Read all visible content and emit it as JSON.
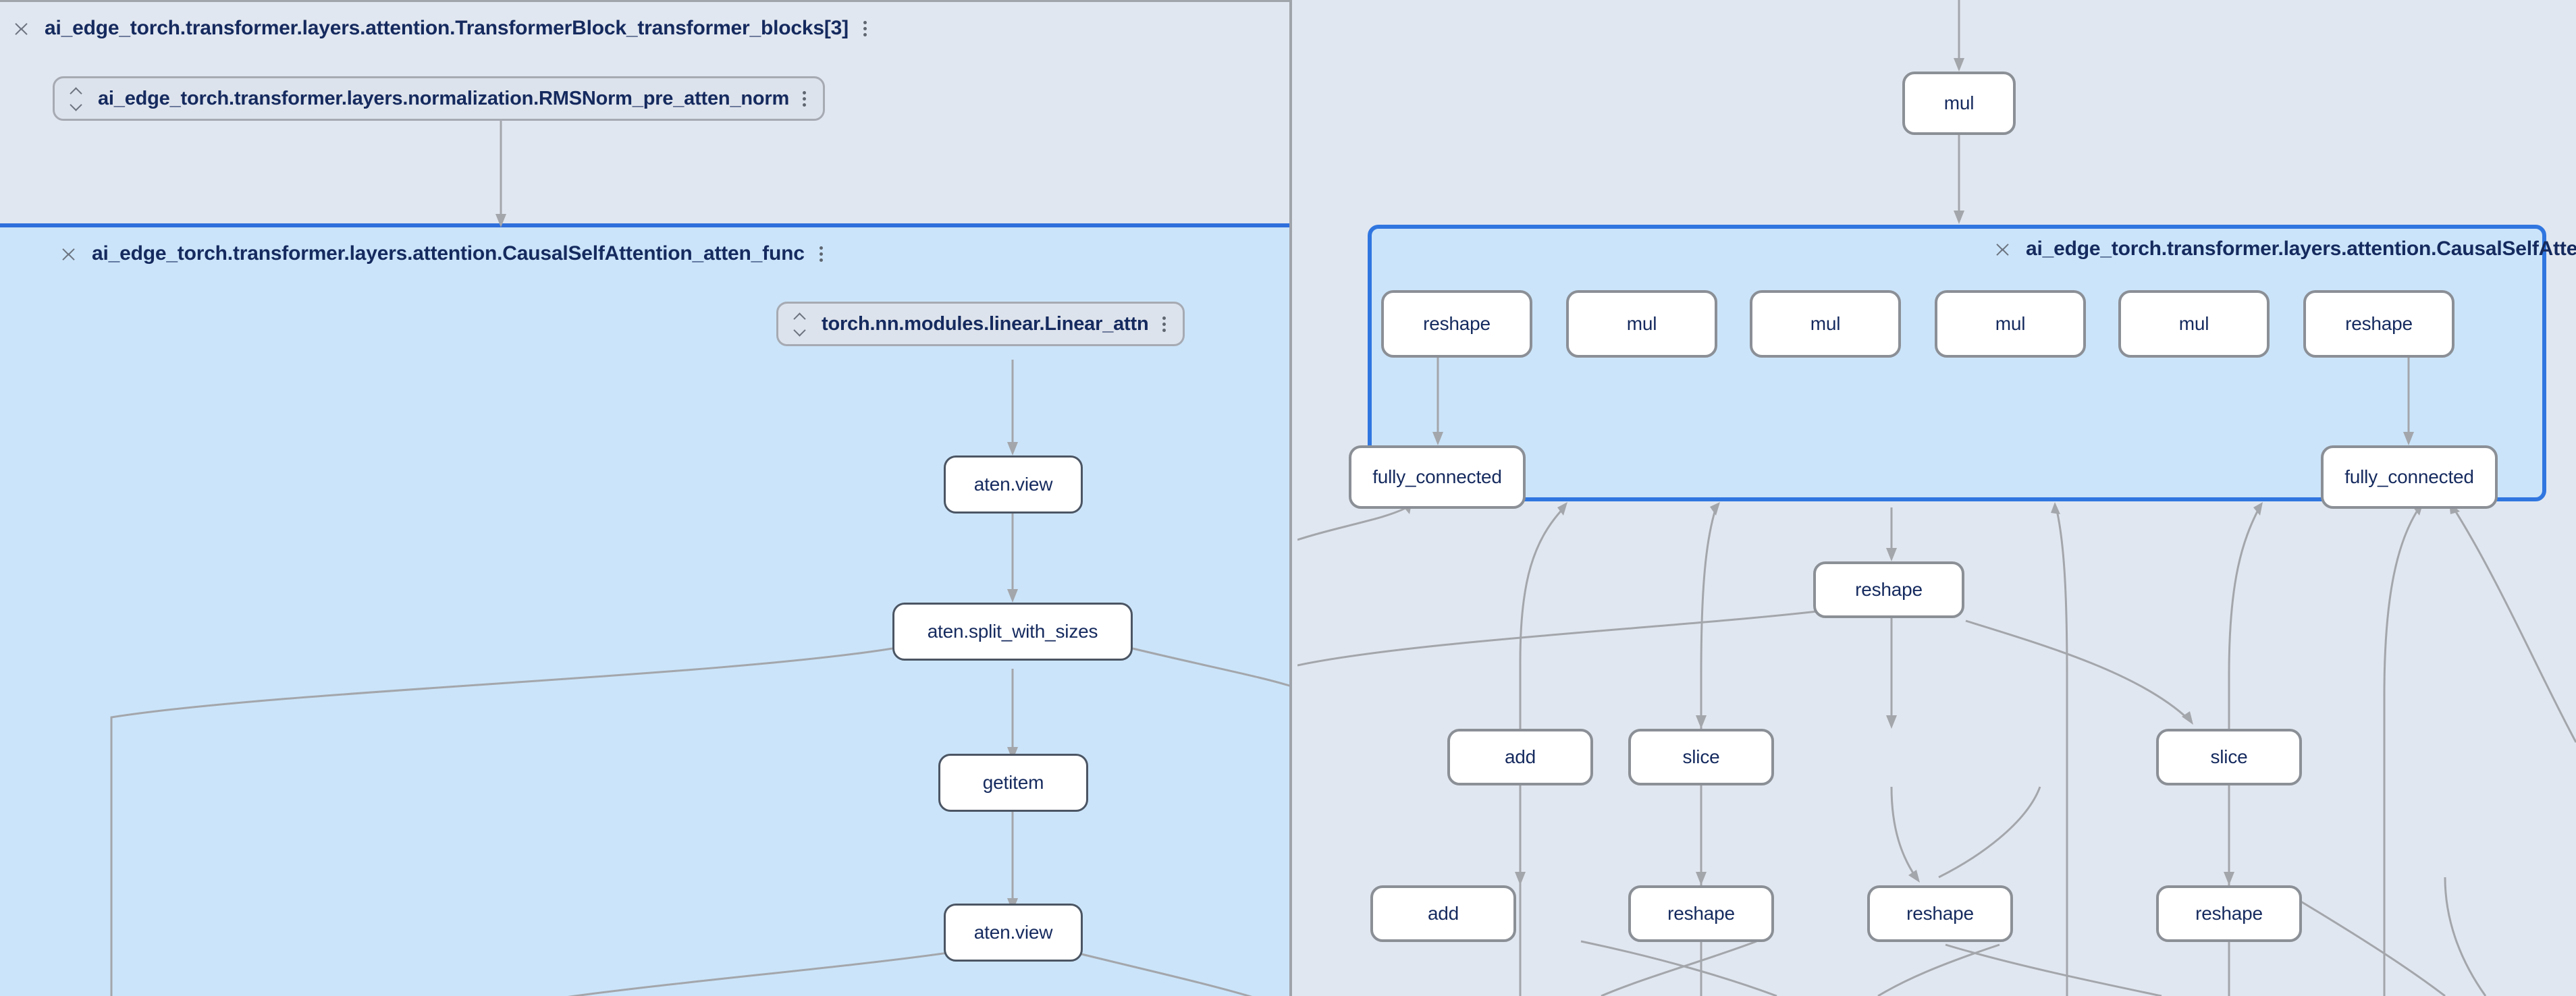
{
  "panes": {
    "left": {
      "name": "left-graph-pane",
      "layers": [
        {
          "id": "transformer-block",
          "title": "ai_edge_torch.transformer.layers.attention.TransformerBlock_transformer_blocks[3]",
          "collapse_icon": "collapse-chevrons-icon",
          "menu_icon": "kebab-menu-icon",
          "state": "expanded"
        },
        {
          "id": "causal-self-attention",
          "title": "ai_edge_torch.transformer.layers.attention.CausalSelfAttention_atten_func",
          "collapse_icon": "collapse-chevrons-icon",
          "menu_icon": "kebab-menu-icon",
          "state": "expanded-selected"
        }
      ],
      "modules": [
        {
          "id": "rmsnorm-pre-atten-norm",
          "label": "ai_edge_torch.transformer.layers.normalization.RMSNorm_pre_atten_norm",
          "expand_icon": "expand-chevrons-icon",
          "menu_icon": "kebab-menu-icon"
        },
        {
          "id": "linear-attn",
          "label": "torch.nn.modules.linear.Linear_attn",
          "expand_icon": "expand-chevrons-icon",
          "menu_icon": "kebab-menu-icon"
        }
      ],
      "nodes": [
        {
          "id": "l-aten-view-1",
          "label": "aten.view"
        },
        {
          "id": "l-split",
          "label": "aten.split_with_sizes"
        },
        {
          "id": "l-getitem",
          "label": "getitem"
        },
        {
          "id": "l-aten-view-2",
          "label": "aten.view"
        }
      ]
    },
    "right": {
      "name": "right-graph-pane",
      "layers": [
        {
          "id": "causal-self-attention-boxed",
          "title": "ai_edge_torch.transformer.layers.attention.CausalSelfAttention_atten_func",
          "collapse_icon": "collapse-chevrons-icon",
          "menu_icon": "kebab-menu-icon",
          "state": "expanded-boxed-selected"
        }
      ],
      "nodes": [
        {
          "id": "r-mul-top",
          "label": "mul"
        },
        {
          "id": "r-reshape-1",
          "label": "reshape"
        },
        {
          "id": "r-mul-1",
          "label": "mul"
        },
        {
          "id": "r-mul-2",
          "label": "mul"
        },
        {
          "id": "r-mul-3",
          "label": "mul"
        },
        {
          "id": "r-mul-4",
          "label": "mul"
        },
        {
          "id": "r-reshape-2",
          "label": "reshape"
        },
        {
          "id": "r-fc-1",
          "label": "fully_connected"
        },
        {
          "id": "r-fc-2",
          "label": "fully_connected"
        },
        {
          "id": "r-reshape-3",
          "label": "reshape"
        },
        {
          "id": "r-add-1",
          "label": "add"
        },
        {
          "id": "r-slice-1",
          "label": "slice"
        },
        {
          "id": "r-slice-2",
          "label": "slice"
        },
        {
          "id": "r-add-2",
          "label": "add"
        },
        {
          "id": "r-reshape-4",
          "label": "reshape"
        },
        {
          "id": "r-reshape-5",
          "label": "reshape"
        },
        {
          "id": "r-reshape-6",
          "label": "reshape"
        }
      ]
    }
  },
  "colors": {
    "canvas": "#e1e7f0",
    "selected_layer_fill": "#cbe4f9",
    "selected_layer_border": "#3076e0",
    "node_fill": "#ffffff",
    "node_border_thin": "#4b5563",
    "node_border_thick": "#8b8f96",
    "edge": "#a3a6ab",
    "text": "#152a5e",
    "module_pill_fill": "#dde3ec",
    "module_pill_border": "#a6aab2",
    "divider": "#9fa3aa"
  }
}
